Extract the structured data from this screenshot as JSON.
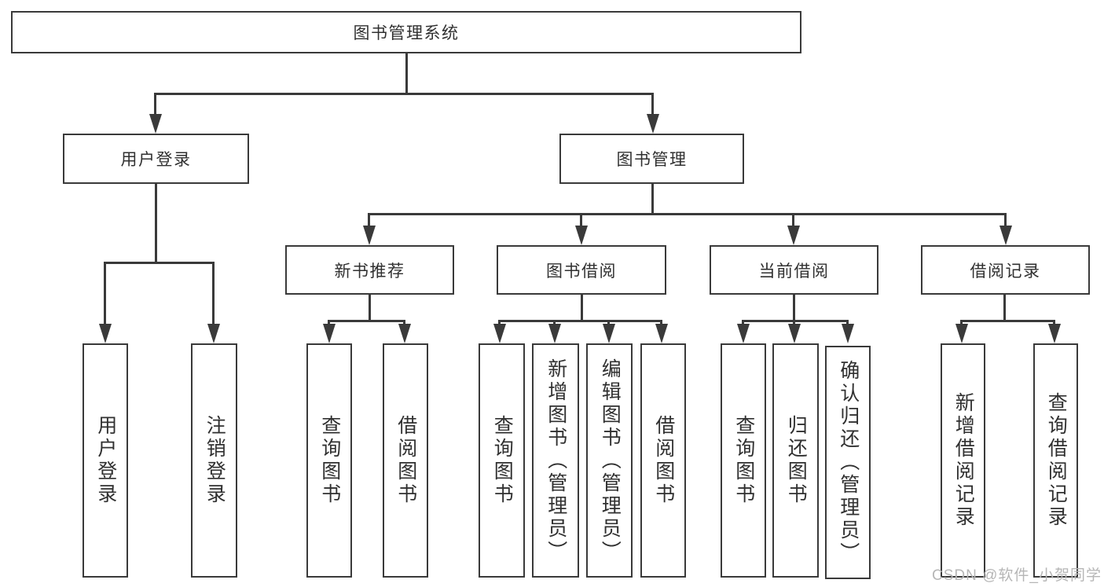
{
  "tree": {
    "label": "图书管理系统",
    "children": [
      {
        "label": "用户登录",
        "children": [
          {
            "label": "用户登录"
          },
          {
            "label": "注销登录"
          }
        ]
      },
      {
        "label": "图书管理",
        "children": [
          {
            "label": "新书推荐",
            "children": [
              {
                "label": "查询图书"
              },
              {
                "label": "借阅图书"
              }
            ]
          },
          {
            "label": "图书借阅",
            "children": [
              {
                "label": "查询图书"
              },
              {
                "label": "新增图书（管理员）"
              },
              {
                "label": "编辑图书（管理员）"
              },
              {
                "label": "借阅图书"
              }
            ]
          },
          {
            "label": "当前借阅",
            "children": [
              {
                "label": "查询图书"
              },
              {
                "label": "归还图书"
              },
              {
                "label": "确认归还（管理员）"
              }
            ]
          },
          {
            "label": "借阅记录",
            "children": [
              {
                "label": "新增借阅记录"
              },
              {
                "label": "查询借阅记录"
              }
            ]
          }
        ]
      }
    ]
  },
  "watermark": "CSDN @软件_小贺同学",
  "colors": {
    "line": "#3a3a3a",
    "border": "#3a3a3a",
    "text": "#303030",
    "bg": "#ffffff",
    "watermark": "#b6b6b6"
  }
}
